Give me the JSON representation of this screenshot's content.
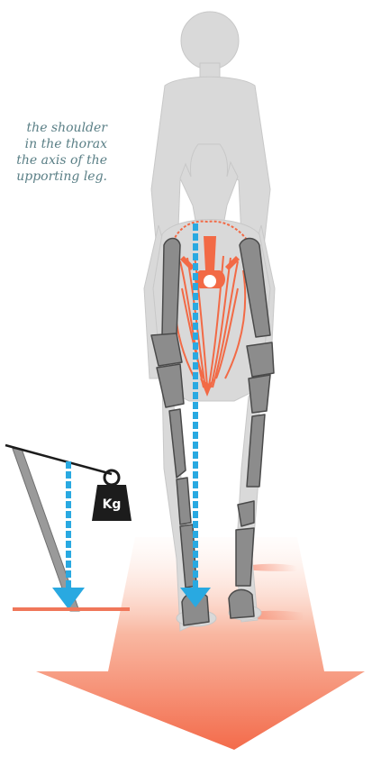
{
  "caption": {
    "lines": [
      "the shoulder",
      "in the thorax",
      "the axis of the",
      "upporting leg."
    ]
  },
  "weight_label": "Kg",
  "colors": {
    "caption_text": "#5a7f86",
    "silhouette": "#d9d9d9",
    "bone": "#8c8c8c",
    "bone_outline": "#4a4a4a",
    "muscle": "#f26a46",
    "axis_dashes": "#29a9e1",
    "ground": "#f0775a",
    "arrow_top": "#fff4ef",
    "arrow_bottom": "#f36b4b",
    "weight": "#1c1c1c",
    "stand": "#9a9a9a"
  },
  "icons": {
    "weight": "kg-weight-icon",
    "axis_arrow": "down-arrow-icon",
    "ground_arrow": "down-arrow-icon"
  }
}
